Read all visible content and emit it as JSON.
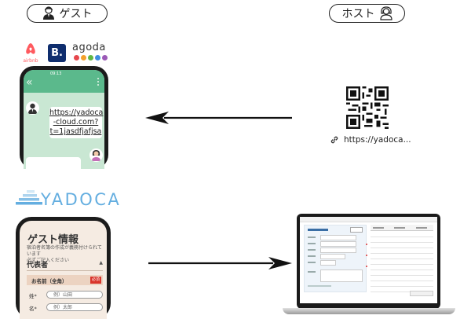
{
  "roles": {
    "guest": "ゲスト",
    "host": "ホスト"
  },
  "brands": {
    "airbnb": "airbnb",
    "booking": "B.",
    "agoda": "agoda",
    "yadoca": "YADOCA"
  },
  "agoda_dot_colors": [
    "#e6474d",
    "#f4a02b",
    "#61b744",
    "#3f8de0",
    "#9b59b6"
  ],
  "chat": {
    "time": "09:13",
    "link_lines": [
      "https://yadoca",
      "-cloud.com?",
      "t=1jasdfjafjsa"
    ]
  },
  "qr_caption": "https://yadoca...",
  "form": {
    "title": "ゲスト情報",
    "note_lines": [
      "宿泊者名簿の作成が義務付けられています",
      "必ずご記入ください"
    ],
    "section": "代表者",
    "name_header": "お名前（全角）",
    "required_badge": "必須",
    "last_name_label": "姓*",
    "last_name_placeholder": "例）山田",
    "first_name_label": "名*",
    "first_name_placeholder": "例）太郎"
  },
  "colors": {
    "accent": "#5bb98c",
    "chat_bg": "#c9e7d3",
    "yadoca_blue": "#64aee0",
    "form_bg": "#f5ebe2",
    "form_header": "#ecd3c1",
    "badge_red": "#d9352b"
  }
}
